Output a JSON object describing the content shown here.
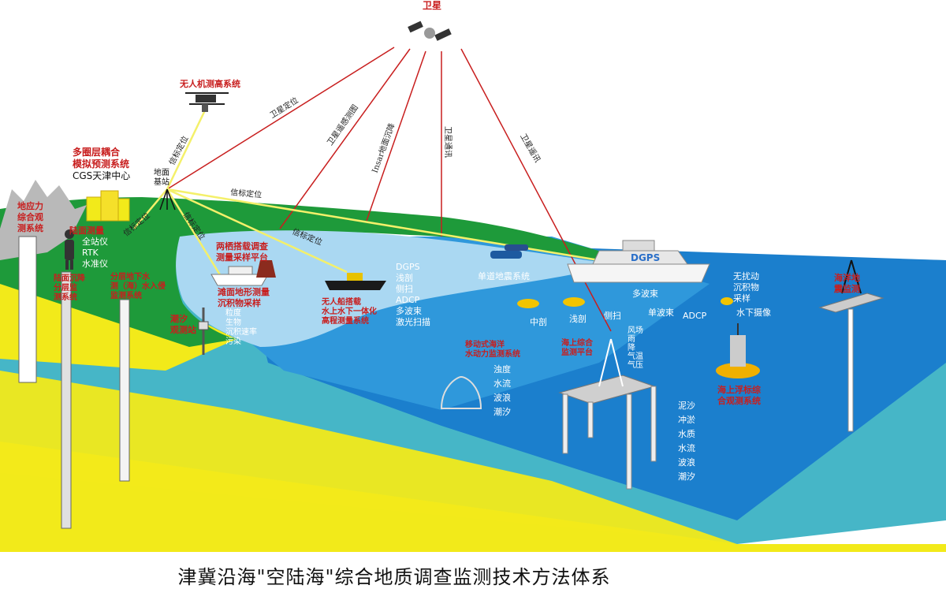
{
  "title": "津冀沿海\"空陆海\"综合地质调查监测技术方法体系",
  "satellite": {
    "label": "卫星"
  },
  "uav": {
    "label": "无人机测高系统"
  },
  "ground_station": {
    "label": "地面\n基站"
  },
  "coupling": {
    "line1": "多圈层耦合",
    "line2": "模拟预测系统",
    "line3": "CGS天津中心"
  },
  "geostress": {
    "line1": "地应力",
    "line2": "综合观",
    "line3": "测系统"
  },
  "surveyor": {
    "title": "陆面测量",
    "items": [
      "全站仪",
      "RTK",
      "水准仪"
    ]
  },
  "borehole1": {
    "line1": "陆面沉降",
    "line2": "分层监",
    "line3": "测系统"
  },
  "borehole2": {
    "line1": "分层地下水",
    "line2": "测（海）水入侵",
    "line3": "监测系统"
  },
  "amphibious": {
    "line1": "两栖搭载调查",
    "line2": "测量采样平台"
  },
  "beach": {
    "line1": "滩面地形测量",
    "line2": "沉积物采样"
  },
  "tide_station": {
    "line1": "潮汐",
    "line2": "观测站",
    "items": [
      "粒度",
      "生物",
      "沉积速率",
      "污染"
    ]
  },
  "usv": {
    "line1": "无人船搭载",
    "line2": "水上水下一体化",
    "line3": "高程测量系统",
    "items": [
      "DGPS",
      "浅剖",
      "侧扫",
      "ADCP",
      "多波束",
      "激光扫描"
    ]
  },
  "ship": {
    "dgps": "DGPS",
    "seismic": "单道地震系统",
    "disturb": [
      "无扰动",
      "沉积物",
      "采样"
    ],
    "multibeam": "多波束",
    "singlebeam": "单波束",
    "adcp": "ADCP",
    "underwater_cam": "水下摄像",
    "mid_profile": "中剖",
    "shallow_profile": "浅剖",
    "side_scan": "侧扫"
  },
  "mobile_obs": {
    "line1": "移动式海洋",
    "line2": "水动力监测系统",
    "items": [
      "浊度",
      "水流",
      "波浪",
      "潮汐"
    ]
  },
  "platform": {
    "line1": "海上综合",
    "line2": "监测平台",
    "items": [
      "风场",
      "雨",
      "降",
      "气温",
      "气压"
    ],
    "sea_items": [
      "泥沙",
      "冲淤",
      "水质",
      "水流",
      "波浪",
      "潮汐"
    ]
  },
  "buoy": {
    "line1": "海上浮标综",
    "line2": "合观测系统"
  },
  "seafloor": {
    "line1": "海洋地",
    "line2": "震监测"
  },
  "links": [
    "卫星定位",
    "卫星遥感测图",
    "Insar地面沉降",
    "卫星通讯",
    "卫星遥讯",
    "信标定位",
    "信标定位",
    "信标定位",
    "信标定位"
  ],
  "colors": {
    "land": "#1e9a3a",
    "shallow": "#aad8f2",
    "mid_sea": "#37a6e0",
    "deep_sea": "#1b7fcd",
    "teal": "#46b6c7",
    "sand": "#f2ea1a",
    "label_red": "#c81e1e"
  }
}
